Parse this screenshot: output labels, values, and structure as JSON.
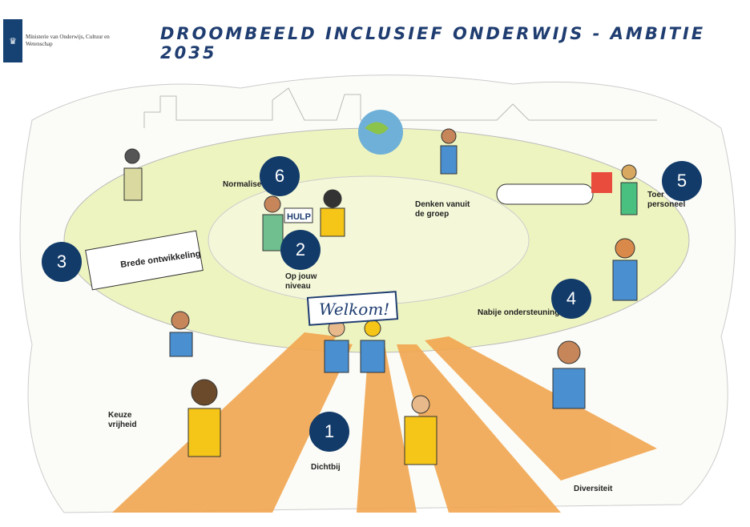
{
  "logo": {
    "emblem": "crown-lion-emblem",
    "text": "Ministerie van Onderwijs, Cultuur en Wetenschap"
  },
  "title": "DROOMBEELD INCLUSIEF ONDERWIJS - AMBITIE 2035",
  "markers": [
    "1",
    "2",
    "3",
    "4",
    "5",
    "6"
  ],
  "labels": {
    "normaliseren": "Normalise",
    "denken": "Denken vanuit de groep",
    "op_jouw_niveau": "Op jouw niveau",
    "brede": "Brede ontwikkeling",
    "nabije": "Nabije ondersteuning",
    "toer": "Toer",
    "personeel": "personeel",
    "keuze": "Keuze vrijheid",
    "dichtbij": "Dichtbij",
    "diversiteit": "Diversiteit",
    "welkom": "Welkom!",
    "hulp": "HULP"
  },
  "colors": {
    "marker": "#123b6a",
    "path": "#f0a04b",
    "ground": "#e8f0a0",
    "accent_blue": "#4a8fd0",
    "accent_yellow": "#f5c518"
  }
}
